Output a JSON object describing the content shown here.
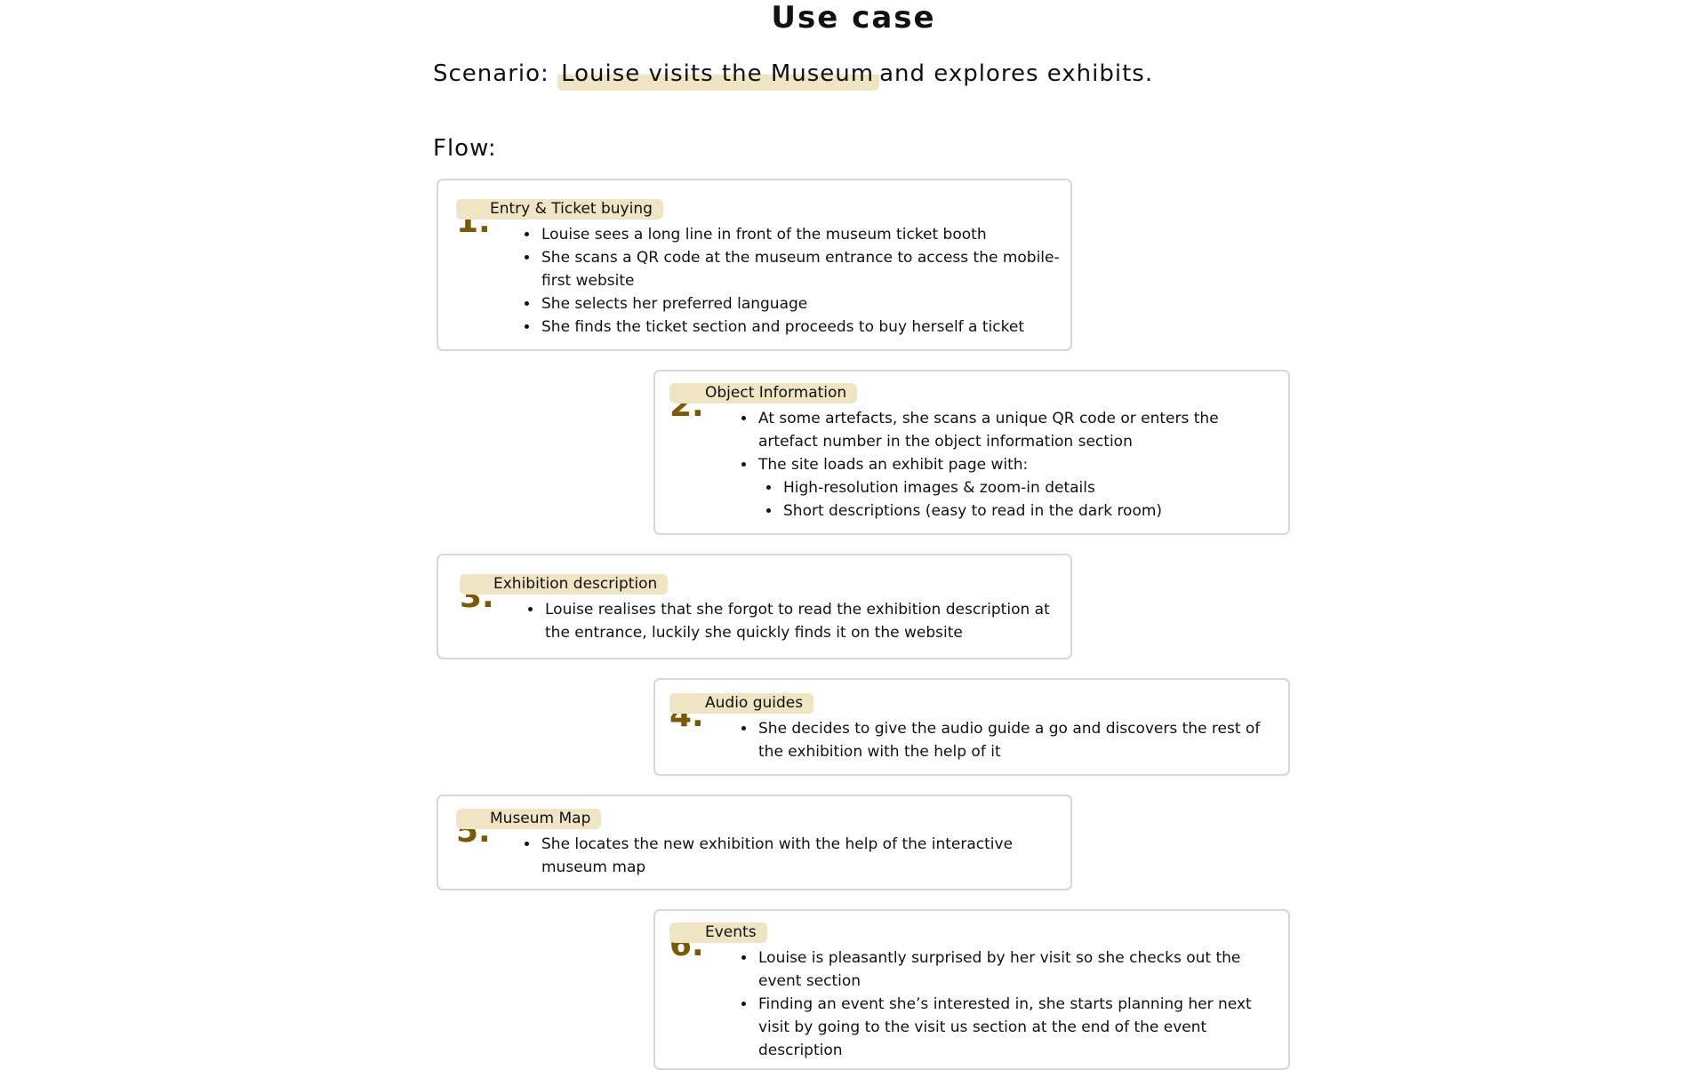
{
  "header": {
    "title": "Use case",
    "scenario_prefix": "Scenario:",
    "scenario_highlight": "Louise visits the Museum",
    "scenario_suffix": "and explores exhibits.",
    "flow_label": "Flow:"
  },
  "colors": {
    "accent_number": "#7a5a06",
    "highlight": "#efe4c4",
    "border": "#d7d7d7"
  },
  "steps": [
    {
      "number": "1.",
      "title": "Entry & Ticket buying",
      "bullets": [
        "Louise sees a long line in front of the museum ticket booth",
        "She scans a QR code at the museum entrance to access the mobile-first website",
        "She selects her preferred language",
        "She finds the ticket section and proceeds to buy herself a ticket"
      ]
    },
    {
      "number": "2.",
      "title": "Object Information",
      "bullets": [
        "At some artefacts, she scans a unique QR code or enters the artefact number in the object information section",
        "The site loads an exhibit page with:"
      ],
      "sub_bullets": [
        "High-resolution images & zoom-in details",
        "Short descriptions (easy to read in the dark room)"
      ]
    },
    {
      "number": "3.",
      "title": "Exhibition description",
      "bullets": [
        "Louise realises that she forgot to read the exhibition description at the entrance, luckily she quickly finds it on the website"
      ]
    },
    {
      "number": "4.",
      "title": "Audio guides",
      "bullets": [
        "She decides to give the audio guide a go and discovers the rest of the exhibition with the help of it"
      ]
    },
    {
      "number": "5.",
      "title": "Museum Map",
      "bullets": [
        "She locates the new exhibition with the help of the interactive museum map"
      ]
    },
    {
      "number": "6.",
      "title": "Events",
      "bullets": [
        "Louise is pleasantly surprised by her visit so she checks out the event section",
        "Finding an event she’s interested in, she starts planning her next visit by going to the visit us section at the end of the event description"
      ]
    }
  ]
}
